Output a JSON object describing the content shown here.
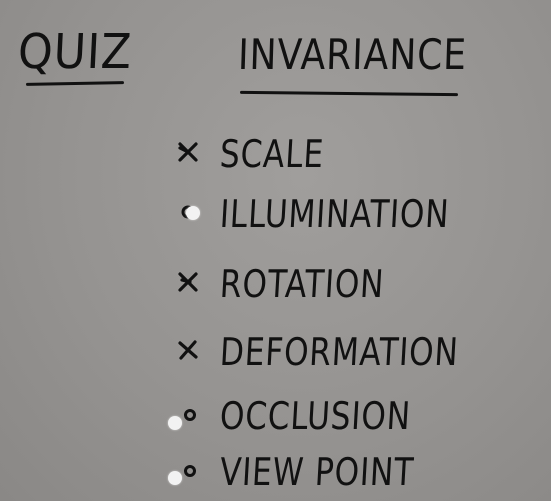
{
  "heading": {
    "quiz": "QUIZ",
    "topic": "INVARIANCE"
  },
  "items": [
    {
      "label": "SCALE",
      "mark": "cross-icon"
    },
    {
      "label": "ILLUMINATION",
      "mark": "circle-icon"
    },
    {
      "label": "ROTATION",
      "mark": "cross-icon"
    },
    {
      "label": "DEFORMATION",
      "mark": "cross-icon"
    },
    {
      "label": "OCCLUSION",
      "mark": "circle-icon"
    },
    {
      "label": "VIEW POINT",
      "mark": "circle-icon"
    }
  ],
  "colors": {
    "ink": "#111111",
    "board": "#959391",
    "dot": "#f2f2f2"
  }
}
